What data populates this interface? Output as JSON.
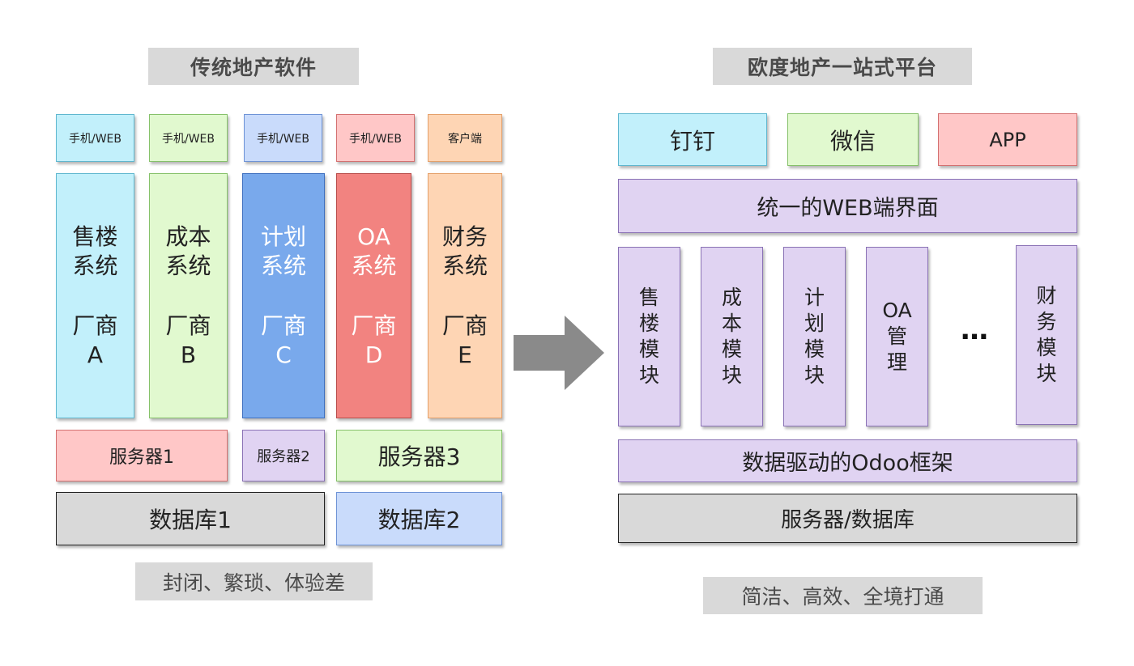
{
  "left": {
    "title": "传统地产软件",
    "clients": [
      "手机/WEB",
      "手机/WEB",
      "手机/WEB",
      "手机/WEB",
      "客户端"
    ],
    "systems": [
      {
        "name": "售楼\n系统",
        "vendor": "厂商\nA"
      },
      {
        "name": "成本\n系统",
        "vendor": "厂商\nB"
      },
      {
        "name": "计划\n系统",
        "vendor": "厂商\nC"
      },
      {
        "name": "OA\n系统",
        "vendor": "厂商\nD"
      },
      {
        "name": "财务\n系统",
        "vendor": "厂商\nE"
      }
    ],
    "servers": [
      "服务器1",
      "服务器2",
      "服务器3"
    ],
    "databases": [
      "数据库1",
      "数据库2"
    ],
    "caption": "封闭、繁琐、体验差"
  },
  "right": {
    "title": "欧度地产一站式平台",
    "channels": [
      "钉钉",
      "微信",
      "APP"
    ],
    "web_ui": "统一的WEB端界面",
    "modules": [
      "售\n楼\n模\n块",
      "成\n本\n模\n块",
      "计\n划\n模\n块",
      "OA\n管\n理",
      "财\n务\n模\n块"
    ],
    "ellipsis": "…",
    "framework": "数据驱动的Odoo框架",
    "server_db": "服务器/数据库",
    "caption": "简洁、高效、全境打通"
  },
  "colors": {
    "cyan": "#c2f0fb",
    "green": "#e1f9cf",
    "blue_light": "#c9dbfb",
    "pink": "#ffc7c7",
    "orange_light": "#fed5b4",
    "blue": "#79a9ec",
    "red": "#f28380",
    "purple": "#e0d3f2",
    "gray": "#d9d9d9",
    "arrow": "#8a8a8a"
  }
}
